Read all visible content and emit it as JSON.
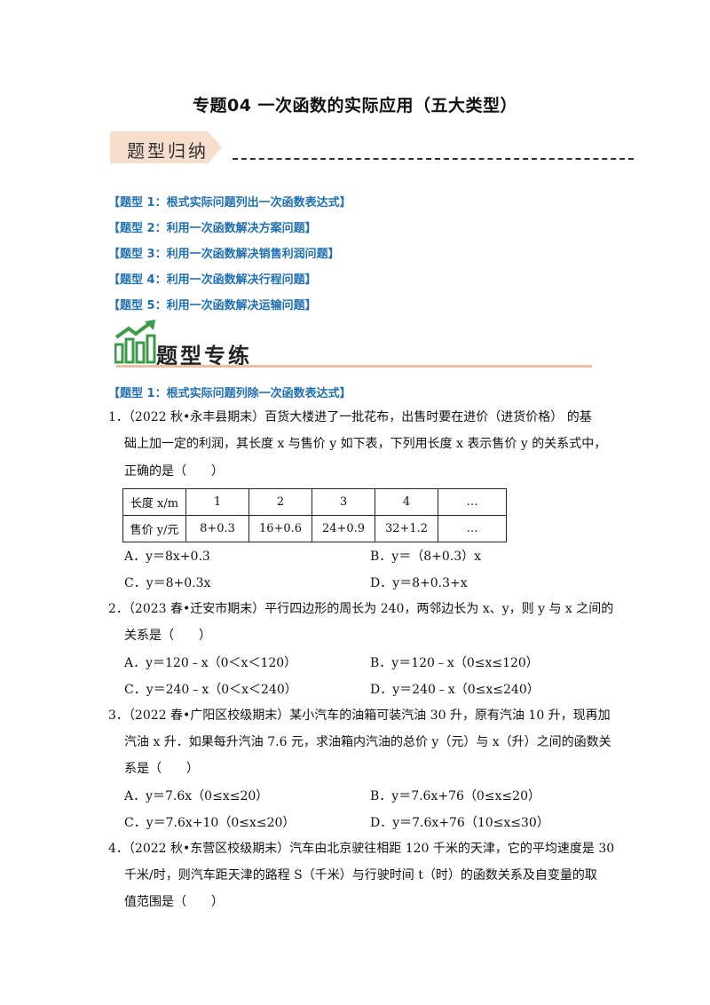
{
  "title": "专题04  一次函数的实际应用（五大类型）",
  "banner1": "题型归纳",
  "toc": [
    "【题型 1：根式实际问题列出一次函数表达式】",
    "【题型 2：利用一次函数解决方案问题】",
    "【题型 3：利用一次函数解决销售利润问题】",
    "【题型 4：利用一次函数解决行程问题】",
    "【题型 5：利用一次函数解决运输问题】"
  ],
  "banner2": "题型专练",
  "section1": "【题型 1：根式实际问题列除一次函数表达式】",
  "q1": {
    "line1": "1．（2022 秋•永丰县期末）百货大楼进了一批花布，出售时要在进价（进货价格） 的基",
    "line2": "础上加一定的利润，其长度 x 与售价 y 如下表，下列用长度 x 表示售价 y 的关系式中，",
    "line3": "正确的是（　　）",
    "table": {
      "row1": [
        "长度 x/m",
        "1",
        "2",
        "3",
        "4",
        "…"
      ],
      "row2": [
        "售价 y/元",
        "8+0.3",
        "16+0.6",
        "24+0.9",
        "32+1.2",
        "…"
      ]
    },
    "A": "A．y＝8x+0.3",
    "B": "B．y＝（8+0.3）x",
    "C": "C．y＝8+0.3x",
    "D": "D．y＝8+0.3+x"
  },
  "q2": {
    "line1": "2．（2023 春•迁安市期末）平行四边形的周长为 240，两邻边长为 x、y，则 y 与 x 之间的",
    "line2": "关系是（　　）",
    "A": "A．y＝120﹣x（0＜x＜120）",
    "B": "B．y＝120﹣x（0≤x≤120）",
    "C": "C．y＝240﹣x（0＜x＜240）",
    "D": "D．y＝240﹣x（0≤x≤240）"
  },
  "q3": {
    "line1": "3．（2022 春•广阳区校级期末）某小汽车的油箱可装汽油 30 升，原有汽油 10 升，现再加",
    "line2": "汽油 x 升．如果每升汽油 7.6 元，求油箱内汽油的总价 y（元）与 x（升）之间的函数关",
    "line3": "系是（　　）",
    "A": "A．y＝7.6x（0≤x≤20）",
    "B": "B．y＝7.6x+76（0≤x≤20）",
    "C": "C．y＝7.6x+10（0≤x≤20）",
    "D": "D．y＝7.6x+76（10≤x≤30）"
  },
  "q4": {
    "line1": "4．（2022 秋•东营区校级期末）汽车由北京驶往相距 120 千米的天津，它的平均速度是 30",
    "line2": "千米/时，则汽车距天津的路程 S（千米）与行驶时间 t（时）的函数关系及自变量的取",
    "line3": "值范围是（　　）"
  }
}
